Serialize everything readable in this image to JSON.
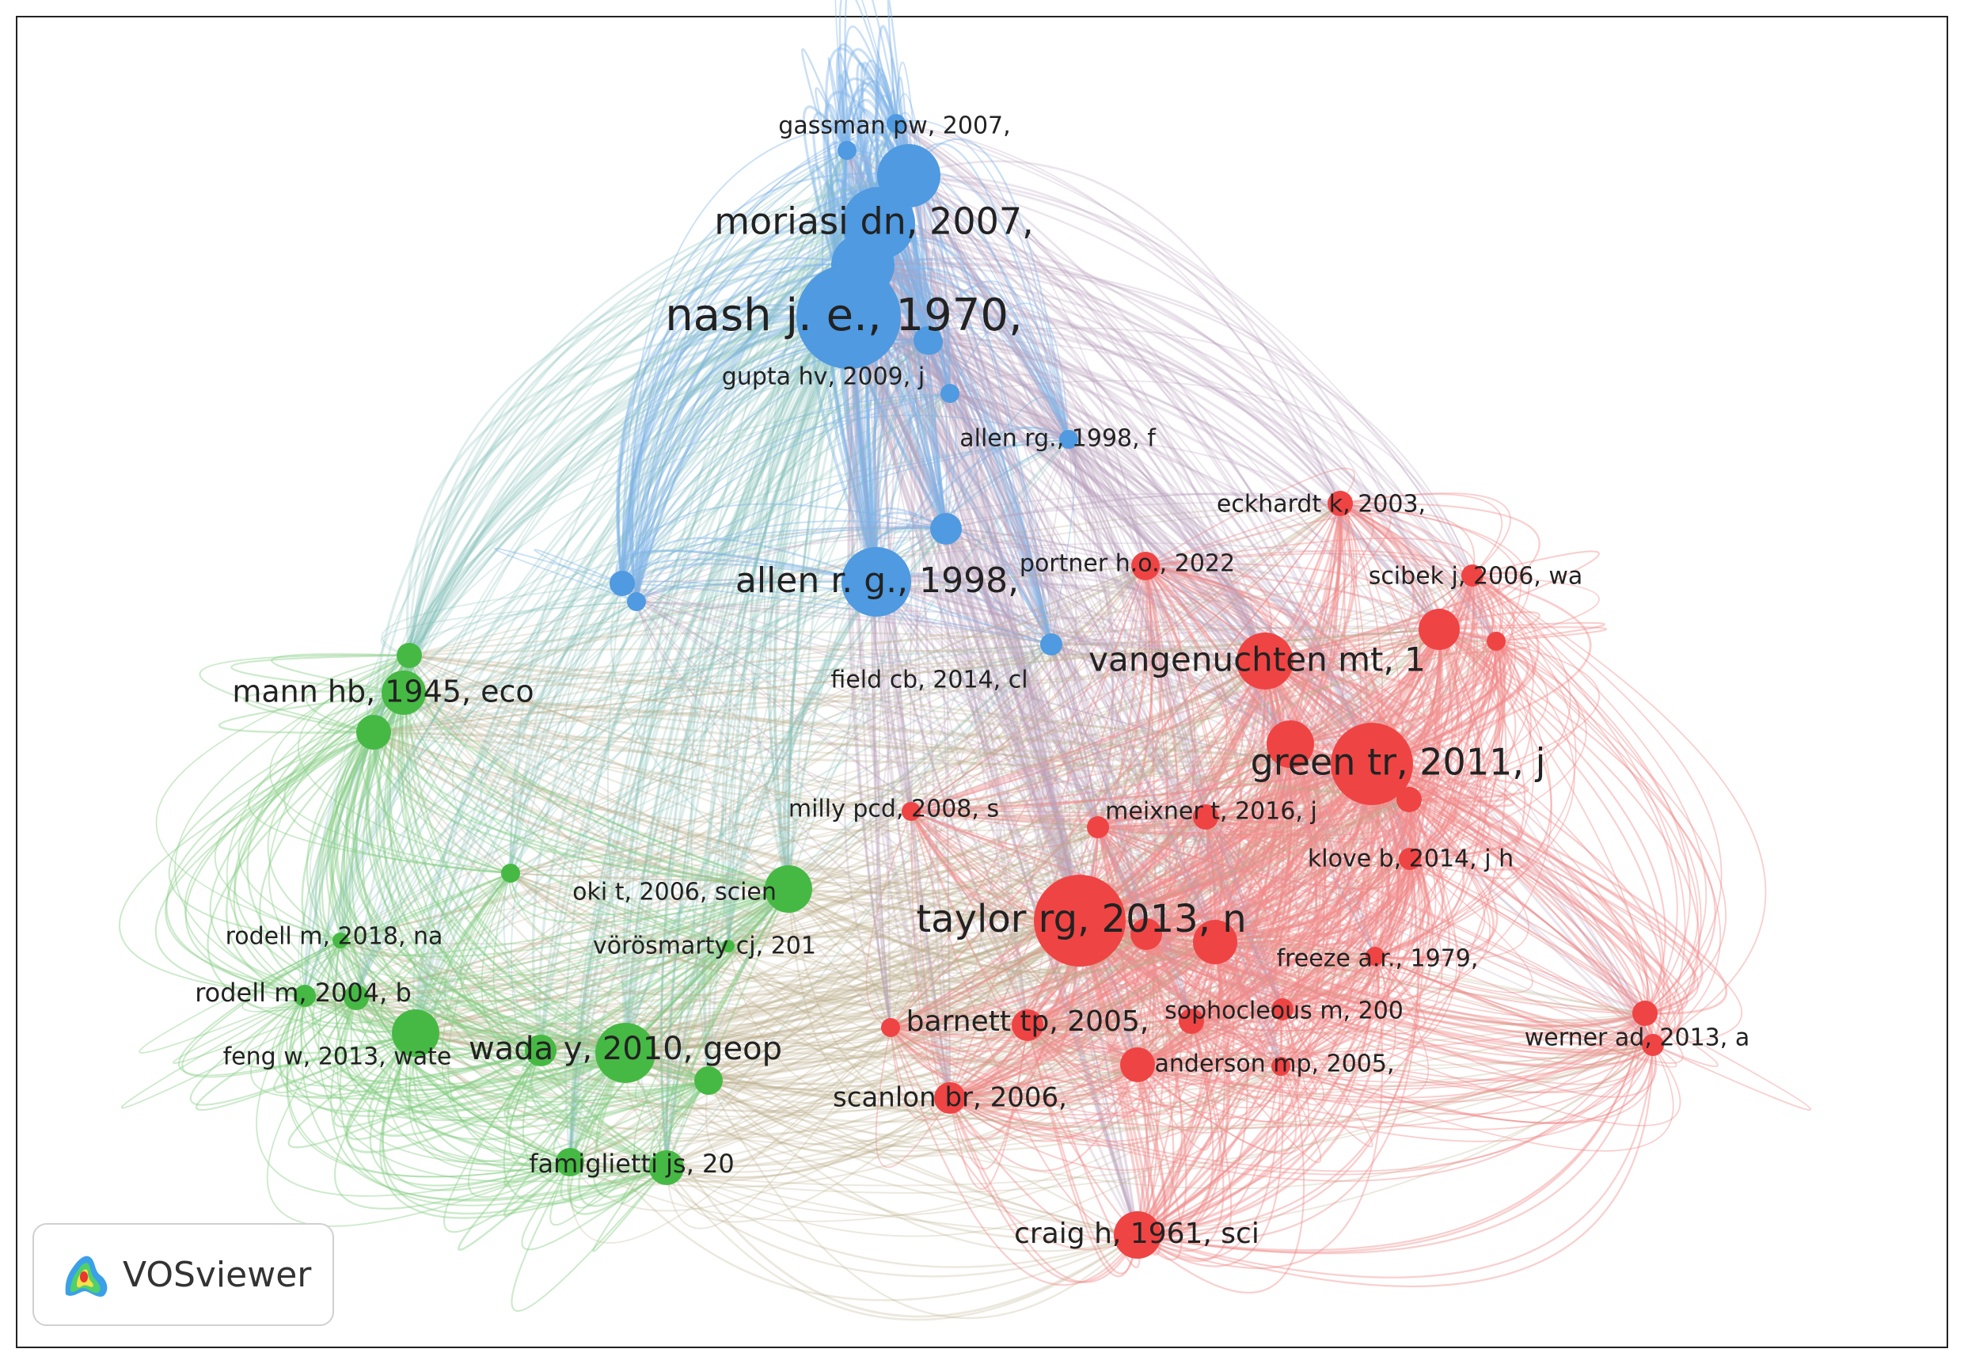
{
  "brand": {
    "name": "VOSviewer",
    "logo_icon": "vosviewer-heatmap-icon"
  },
  "clusters": {
    "blue": "#4f9ae0",
    "red": "#ef4444",
    "green": "#46b944"
  },
  "edge_colors": {
    "blue": "#7fb3e8",
    "red": "#f08a8a",
    "green": "#86cc84"
  },
  "nodes": [
    {
      "id": "gassman",
      "label": "gassman pw, 2007,",
      "cluster": "blue",
      "size": "s"
    },
    {
      "id": "moriasi",
      "label": "moriasi dn, 2007,",
      "cluster": "blue",
      "size": "xl"
    },
    {
      "id": "nash",
      "label": "nash j. e., 1970,",
      "cluster": "blue",
      "size": "xxl"
    },
    {
      "id": "gupta",
      "label": "gupta hv, 2009, j",
      "cluster": "blue",
      "size": "s"
    },
    {
      "id": "allenrg",
      "label": "allen rg., 1998, f",
      "cluster": "blue",
      "size": "s"
    },
    {
      "id": "allenrg2",
      "label": "allen r. g., 1998,",
      "cluster": "blue",
      "size": "xl"
    },
    {
      "id": "fieldcb",
      "label": "field cb, 2014, cl",
      "cluster": "blue",
      "size": "s"
    },
    {
      "id": "eckhardt",
      "label": "eckhardt k, 2003,",
      "cluster": "red",
      "size": "s"
    },
    {
      "id": "portner",
      "label": "portner h.o., 2022",
      "cluster": "red",
      "size": "s"
    },
    {
      "id": "scibek",
      "label": "scibek j, 2006, wa",
      "cluster": "red",
      "size": "s"
    },
    {
      "id": "vangenuchten",
      "label": "vangenuchten mt, 1",
      "cluster": "red",
      "size": "l"
    },
    {
      "id": "green",
      "label": "green tr, 2011, j",
      "cluster": "red",
      "size": "xl"
    },
    {
      "id": "milly",
      "label": "milly pcd, 2008, s",
      "cluster": "red",
      "size": "s"
    },
    {
      "id": "meixner",
      "label": "meixner t, 2016, j",
      "cluster": "red",
      "size": "s"
    },
    {
      "id": "klove",
      "label": "klove b, 2014, j h",
      "cluster": "red",
      "size": "s"
    },
    {
      "id": "taylor",
      "label": "taylor rg, 2013, n",
      "cluster": "red",
      "size": "xxl"
    },
    {
      "id": "freeze",
      "label": "freeze a.r., 1979,",
      "cluster": "red",
      "size": "s"
    },
    {
      "id": "barnett",
      "label": "barnett tp, 2005,",
      "cluster": "red",
      "size": "s"
    },
    {
      "id": "sophocleous",
      "label": "sophocleous m, 200",
      "cluster": "red",
      "size": "s"
    },
    {
      "id": "werner",
      "label": "werner ad, 2013, a",
      "cluster": "red",
      "size": "s"
    },
    {
      "id": "anderson",
      "label": "anderson mp, 2005,",
      "cluster": "red",
      "size": "s"
    },
    {
      "id": "scanlon",
      "label": "scanlon br, 2006,",
      "cluster": "red",
      "size": "s"
    },
    {
      "id": "craig",
      "label": "craig h, 1961, sci",
      "cluster": "red",
      "size": "m"
    },
    {
      "id": "mann",
      "label": "mann hb, 1945, eco",
      "cluster": "green",
      "size": "m"
    },
    {
      "id": "oki",
      "label": "oki t, 2006, scien",
      "cluster": "green",
      "size": "m"
    },
    {
      "id": "vorosmarty",
      "label": "vörösmarty cj, 201",
      "cluster": "green",
      "size": "s"
    },
    {
      "id": "rodell2018",
      "label": "rodell m, 2018, na",
      "cluster": "green",
      "size": "s"
    },
    {
      "id": "rodell2004",
      "label": "rodell m, 2004, b",
      "cluster": "green",
      "size": "s"
    },
    {
      "id": "fengw",
      "label": "feng w, 2013, wate",
      "cluster": "green",
      "size": "s"
    },
    {
      "id": "wada",
      "label": "wada y, 2010, geop",
      "cluster": "green",
      "size": "l"
    },
    {
      "id": "famiglietti",
      "label": "famiglietti js, 20",
      "cluster": "green",
      "size": "m"
    }
  ]
}
